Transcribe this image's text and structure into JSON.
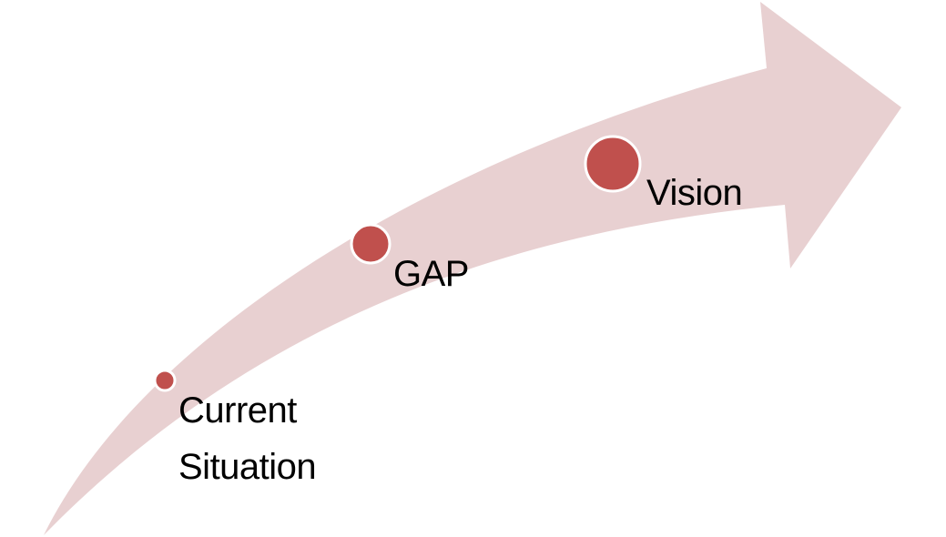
{
  "diagram": {
    "colors": {
      "arrow": "#E8D0D1",
      "dot": "#C0504D",
      "dot_border": "#FFFFFF",
      "text": "#000000"
    },
    "stages": [
      {
        "label_line1": "Current",
        "label_line2": "Situation"
      },
      {
        "label_line1": "GAP"
      },
      {
        "label_line1": "Vision"
      }
    ]
  }
}
